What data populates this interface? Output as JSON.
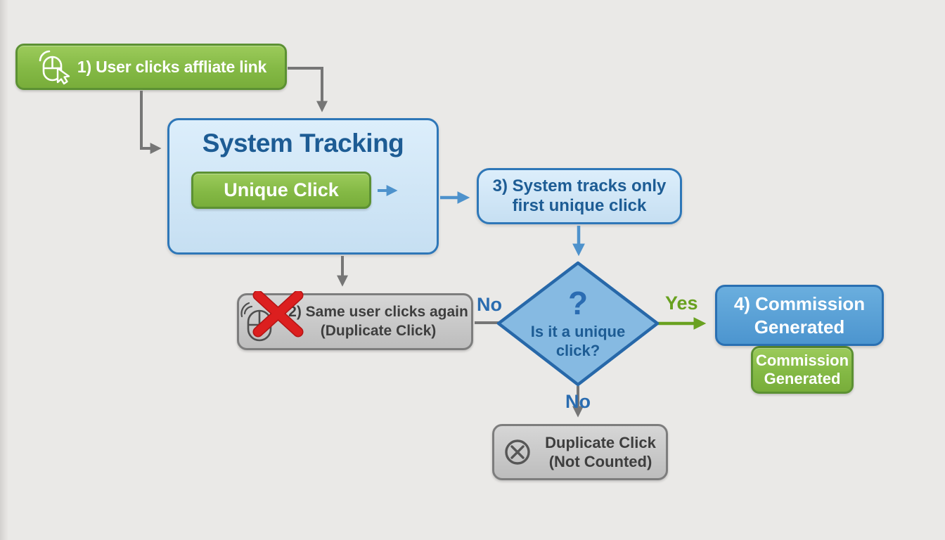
{
  "flowchart": {
    "nodes": {
      "step1": {
        "label": "1) User clicks affliate link",
        "icon": "mouse-click-icon"
      },
      "system_tracking": {
        "title": "System Tracking",
        "button_label": "Unique Click"
      },
      "step3": {
        "line1": "3) System tracks only",
        "line2": "first unique click"
      },
      "decision": {
        "question_mark": "?",
        "line1": "Is it a unique",
        "line2": "click?"
      },
      "step2": {
        "line1": "2) Same user clicks again",
        "line2": "(Duplicate Click)",
        "icon": "mouse-blocked-icon"
      },
      "step4": {
        "line1": "4) Commission",
        "line2": "Generated"
      },
      "commission_badge": {
        "line1": "Commission",
        "line2": "Generated"
      },
      "duplicate_result": {
        "line1": "Duplicate Click",
        "line2": "(Not Counted)",
        "icon": "circle-x-icon"
      }
    },
    "edge_labels": {
      "yes": "Yes",
      "no_left": "No",
      "no_bottom": "No"
    },
    "colors": {
      "background": "#eae9e7",
      "green_fill": "#84b945",
      "green_border": "#5c9133",
      "blue_panel_fill": "#cfe4f6",
      "blue_border": "#2e77b8",
      "blue_dark_text": "#1d5c94",
      "diamond_fill": "#86bae2",
      "diamond_border": "#2768a9",
      "step4_fill": "#55a0d6",
      "gray_fill": "#c7c7c7",
      "gray_border": "#7d7d7d",
      "gray_text": "#3e3e3e",
      "arrow_gray": "#767676",
      "arrow_blue": "#4e92cc",
      "arrow_green": "#69a120",
      "red_x": "#dc1f1f"
    }
  }
}
